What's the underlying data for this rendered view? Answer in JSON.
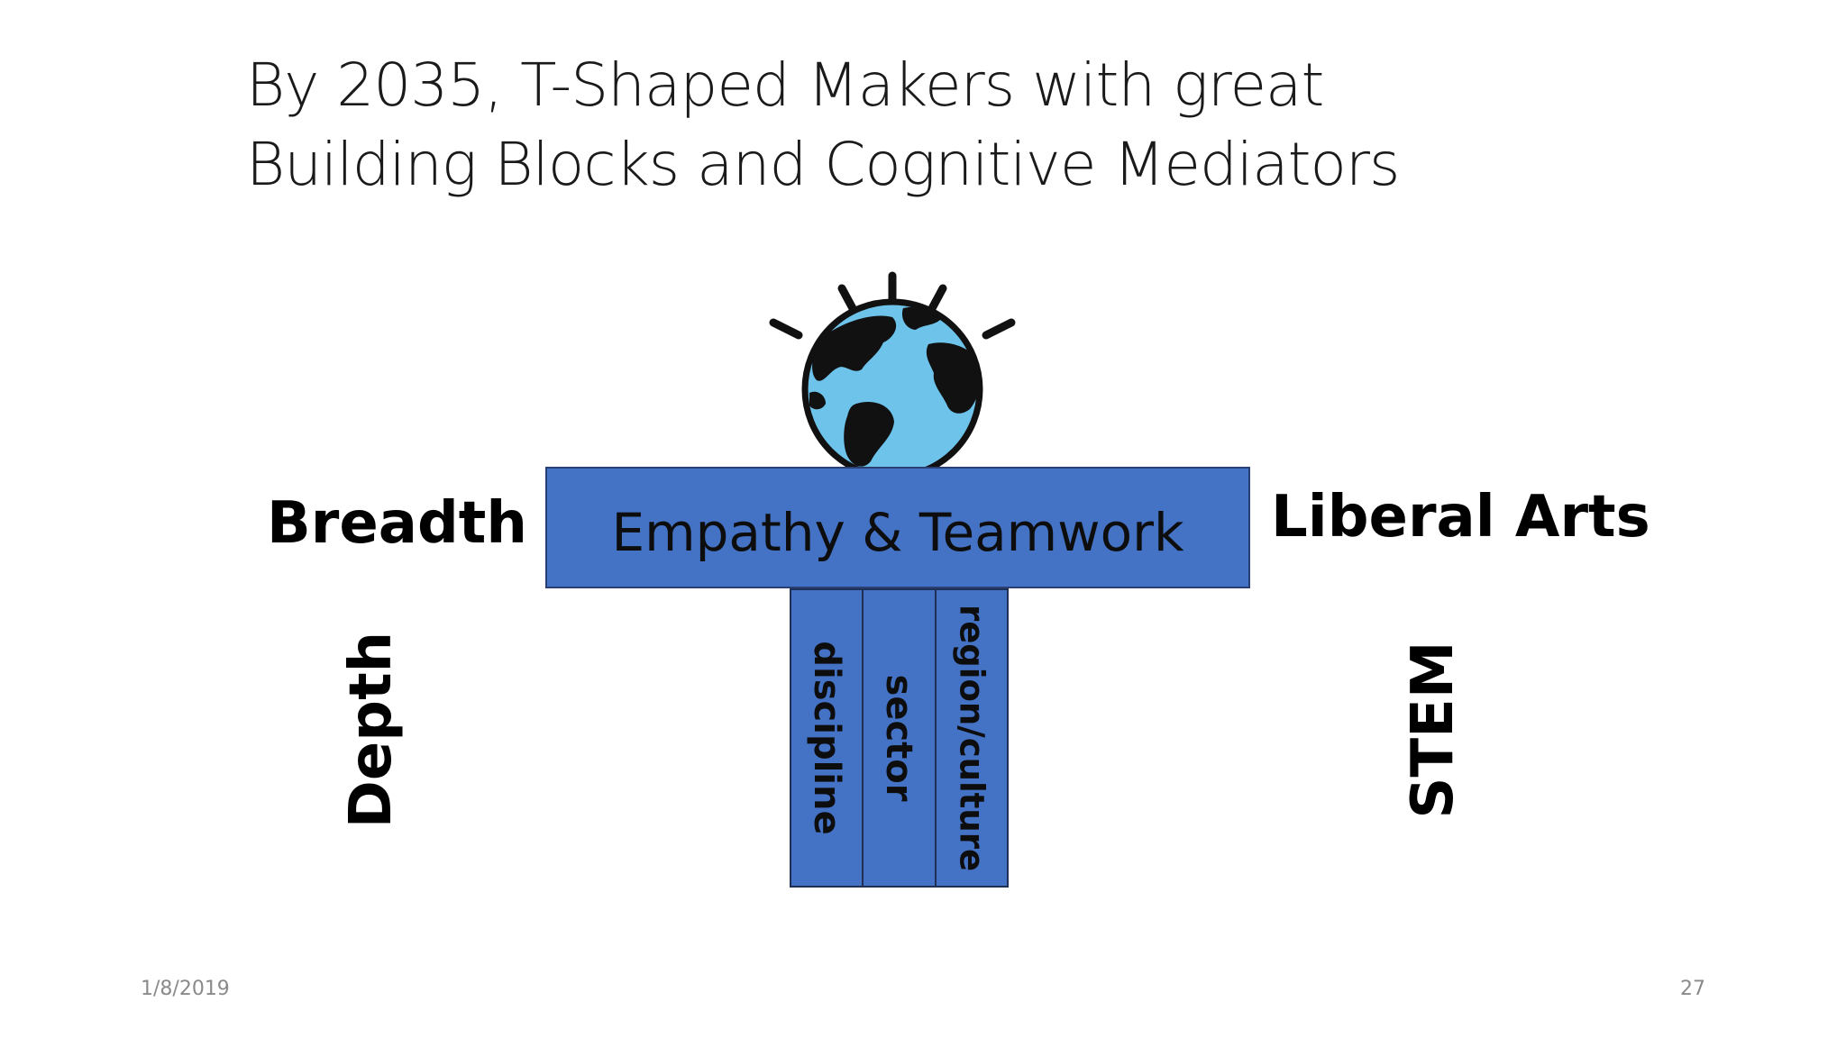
{
  "slide": {
    "title_line_1": "By 2035, T-Shaped Makers with great",
    "title_line_2": "Building Blocks and Cognitive Mediators"
  },
  "diagram": {
    "crossbar_label": "Empathy & Teamwork",
    "stem_columns": [
      "discipline",
      "sector",
      "region/culture"
    ],
    "left_top_label": "Breadth",
    "right_top_label": "Liberal Arts",
    "left_bottom_label": "Depth",
    "right_bottom_label": "STEM",
    "globe_icon": "globe-icon",
    "colors": {
      "bar_fill": "#4472C4",
      "globe_ocean": "#6EC3EB",
      "globe_land": "#111111"
    }
  },
  "footer": {
    "date": "1/8/2019",
    "page_number": "27"
  }
}
